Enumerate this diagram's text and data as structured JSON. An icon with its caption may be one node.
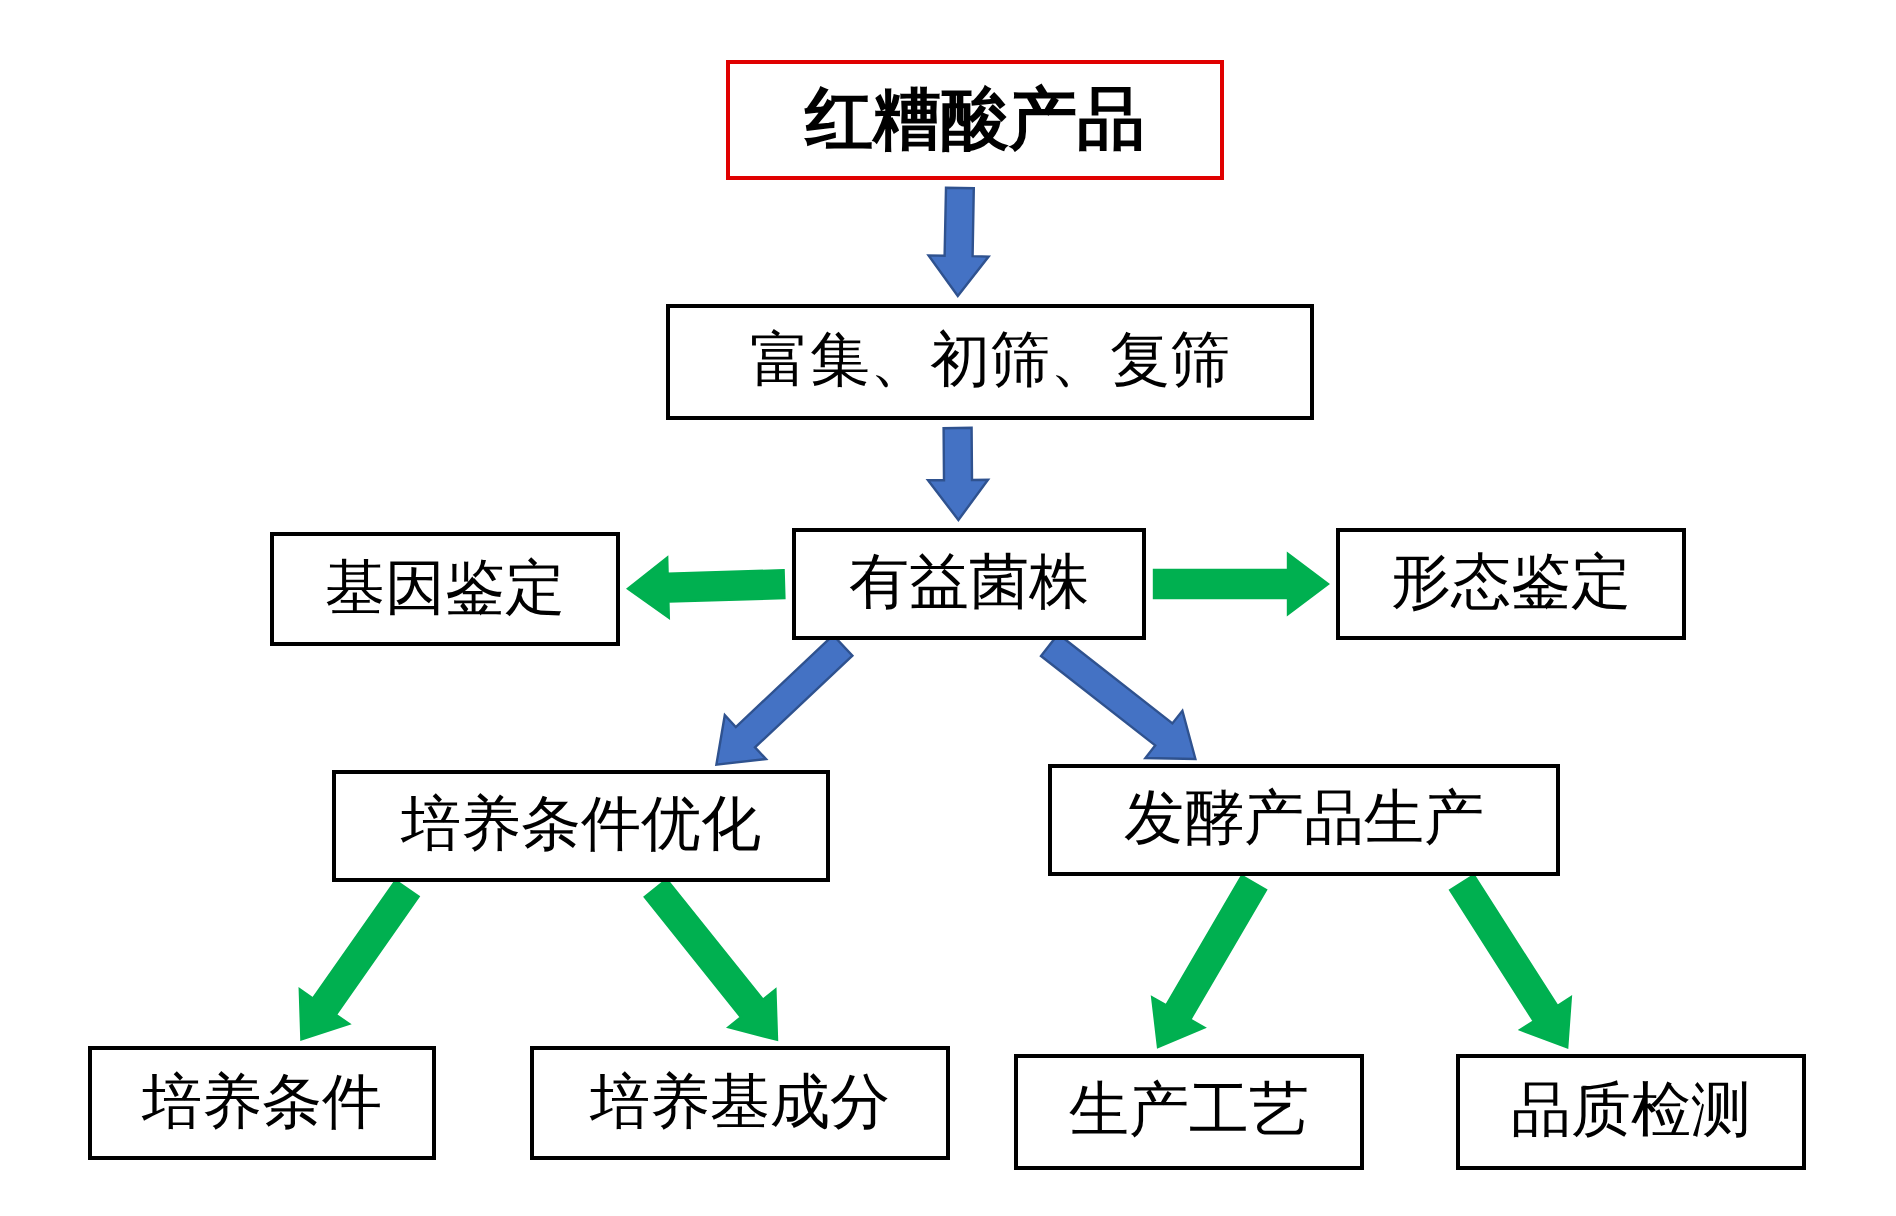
{
  "diagram": {
    "nodes": [
      {
        "text": [
          "红糟酸产品"
        ]
      },
      {
        "text": [
          "富集、初筛、复筛"
        ]
      },
      {
        "text": [
          "有益菌株"
        ]
      },
      {
        "text": [
          "基因鉴定"
        ]
      },
      {
        "text": [
          "形态鉴定"
        ]
      },
      {
        "text": [
          "培养条件优化"
        ]
      },
      {
        "text": [
          "发酵产品生产"
        ]
      },
      {
        "text": [
          "培养条件"
        ]
      },
      {
        "text": [
          "培养基成分"
        ]
      },
      {
        "text": [
          "生产工艺"
        ]
      },
      {
        "text": [
          "品质检测"
        ]
      }
    ],
    "edges": [
      {
        "from": 0,
        "to": 1,
        "arrow": "to",
        "color": "#4472c4"
      },
      {
        "from": 1,
        "to": 2,
        "arrow": "to",
        "color": "#4472c4"
      },
      {
        "from": 2,
        "to": 3,
        "arrow": "to"
      },
      {
        "from": 2,
        "to": 4,
        "arrow": "to"
      },
      {
        "from": 2,
        "to": 5,
        "arrow": "to",
        "color": "#4472c4"
      },
      {
        "from": 2,
        "to": 6,
        "arrow": "to",
        "color": "#4472c4"
      },
      {
        "from": 5,
        "to": 7,
        "arrow": "to"
      },
      {
        "from": 5,
        "to": 8,
        "arrow": "to"
      },
      {
        "from": 6,
        "to": 9,
        "arrow": "to"
      },
      {
        "from": 6,
        "to": 10,
        "arrow": "to"
      }
    ]
  }
}
